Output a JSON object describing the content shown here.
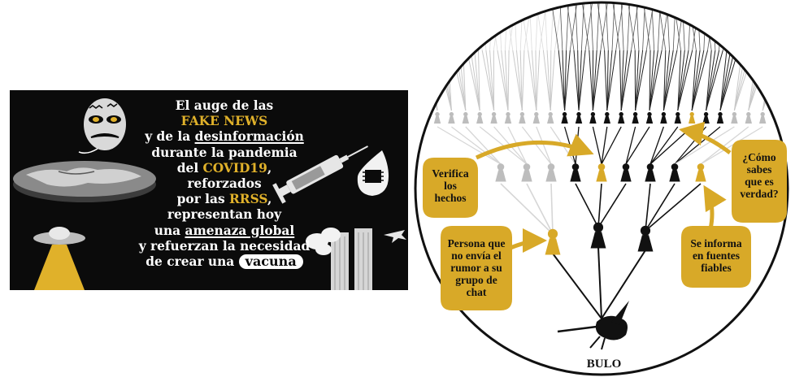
{
  "banner": {
    "line1": "El auge de las",
    "line2_hl": "FAKE NEWS",
    "line3_pre": "y de la ",
    "line3_ul": "desinformación",
    "line4": "durante la pandemia",
    "line5_pre": "del ",
    "line5_hl": "COVID19",
    "line5_post": ",",
    "line6": "reforzados",
    "line7_pre": "por las ",
    "line7_hl": "RRSS",
    "line7_post": ",",
    "line8": "representan hoy",
    "line9_pre": "una ",
    "line9_ul": "amenaza global",
    "line10": "y refuerzan la necesidad",
    "line11_pre": "de crear una ",
    "line11_pill": "vacuna",
    "colors": {
      "background": "#0b0b0b",
      "highlight": "#e0b12a",
      "text": "#ffffff"
    }
  },
  "diagram": {
    "bubbles": {
      "verify": "Verifica los hechos",
      "verify_lines": [
        "Verifica",
        "los",
        "hechos"
      ],
      "how": "¿Cómo sabes que es verdad?",
      "how_lines": [
        "¿Cómo",
        "sabes",
        "que es",
        "verdad?"
      ],
      "no_forward": "Persona que no envía el rumor a su grupo de chat",
      "no_forward_lines": [
        "Persona que",
        "no envía el",
        "rumor a su",
        "grupo de",
        "chat"
      ],
      "reliable": "Se informa en fuentes fiables",
      "reliable_lines": [
        "Se informa",
        "en fuentes",
        "fiables"
      ]
    },
    "source_label": "BULO",
    "colors": {
      "accent": "#d8a928",
      "dark": "#111111",
      "faded": "#bdbdbd"
    }
  }
}
